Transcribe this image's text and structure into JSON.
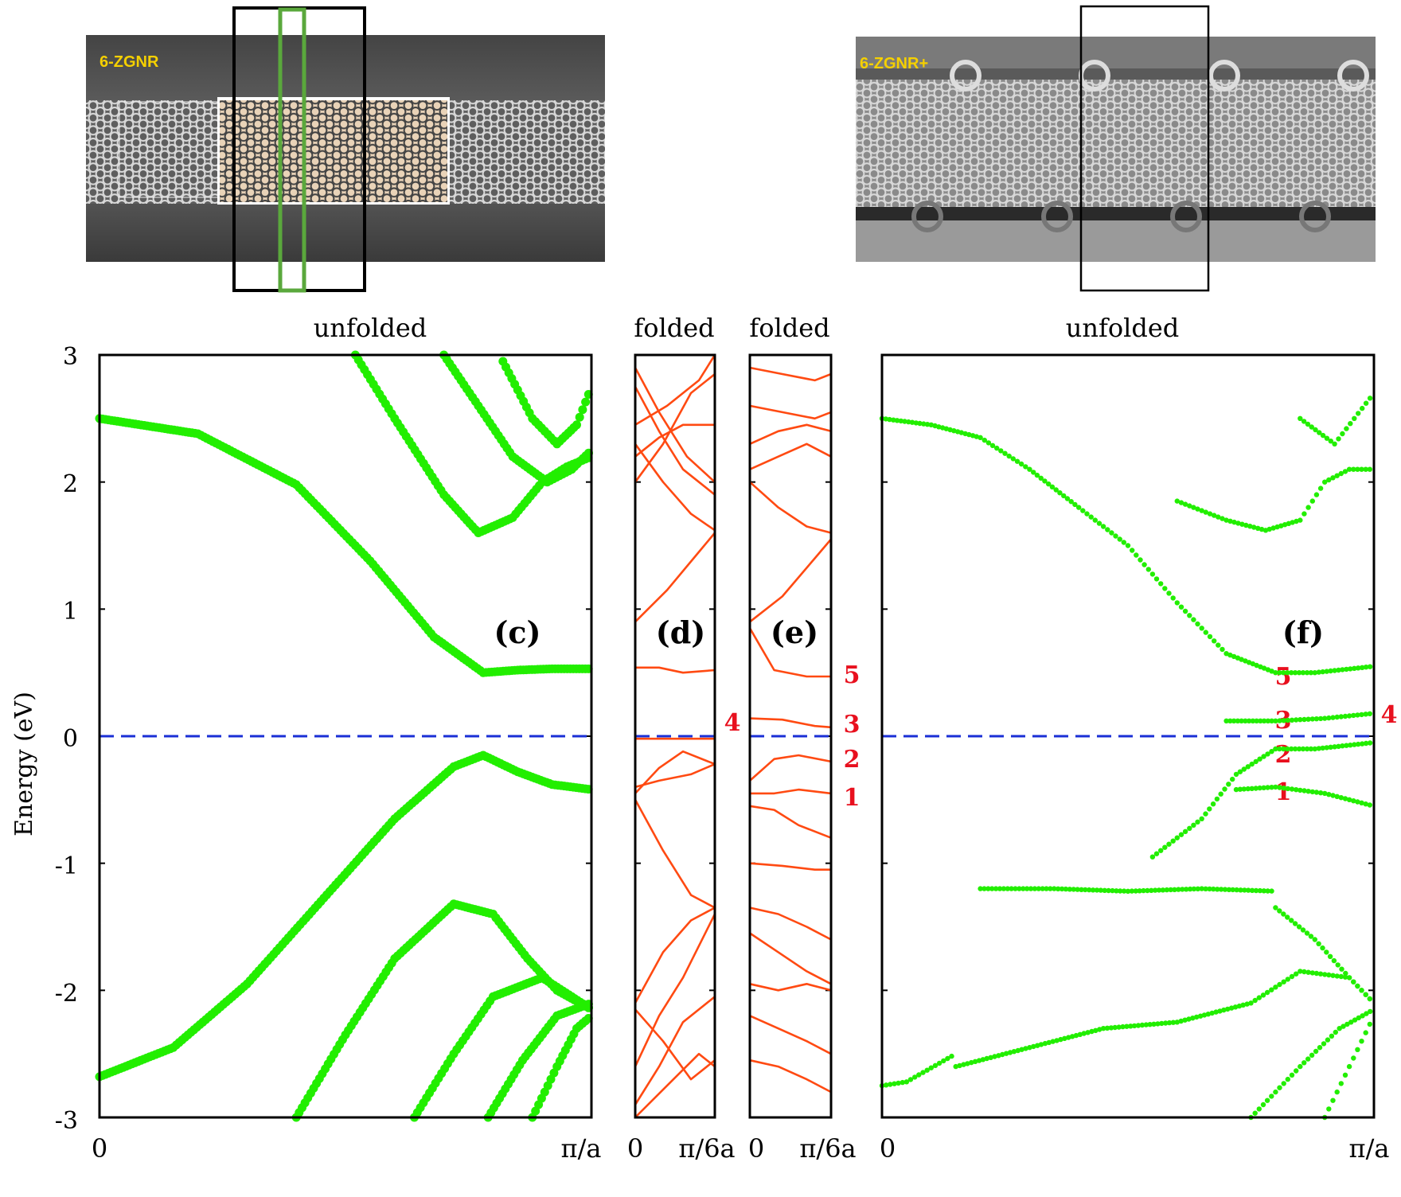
{
  "images": [
    {
      "label": "6-ZGNR"
    },
    {
      "label": "6-ZGNR+"
    }
  ],
  "y_axis": {
    "label": "Energy (eV)",
    "ticks": [
      "3",
      "2",
      "1",
      "0",
      "-1",
      "-2",
      "-3"
    ]
  },
  "chart_data": [
    {
      "type": "scatter",
      "panel": "(c)",
      "title": "unfolded",
      "xticks": [
        "0",
        "π/a"
      ],
      "ylim": [
        -3,
        3
      ],
      "fermi_level": 0,
      "colors": {
        "bands": "#22ee00",
        "fermi": "#1a2fd6"
      },
      "bands": [
        {
          "x": [
            0,
            0.2,
            0.4,
            0.55,
            0.68,
            0.78,
            0.85,
            0.92,
            1.0
          ],
          "y": [
            2.5,
            2.38,
            1.98,
            1.38,
            0.78,
            0.5,
            0.52,
            0.53,
            0.53
          ]
        },
        {
          "x": [
            0,
            0.15,
            0.3,
            0.45,
            0.6,
            0.72,
            0.78,
            0.85,
            0.92,
            1.0
          ],
          "y": [
            -2.68,
            -2.45,
            -1.95,
            -1.3,
            -0.65,
            -0.24,
            -0.15,
            -0.28,
            -0.38,
            -0.42
          ]
        },
        {
          "x": [
            0.4,
            0.5,
            0.6,
            0.72,
            0.8,
            0.87,
            0.93,
            1.0
          ],
          "y": [
            -3.0,
            -2.35,
            -1.75,
            -1.32,
            -1.4,
            -1.75,
            -2.0,
            -2.15
          ]
        },
        {
          "x": [
            0.64,
            0.72,
            0.8,
            0.9,
            0.96,
            1.0
          ],
          "y": [
            -3.0,
            -2.5,
            -2.05,
            -1.9,
            -2.05,
            -2.15
          ]
        },
        {
          "x": [
            0.79,
            0.86,
            0.93,
            1.0
          ],
          "y": [
            -3.0,
            -2.55,
            -2.2,
            -2.1
          ]
        },
        {
          "x": [
            0.88,
            0.93,
            0.97,
            1.0
          ],
          "y": [
            -3.0,
            -2.6,
            -2.3,
            -2.2
          ]
        },
        {
          "x": [
            0.52,
            0.6,
            0.7,
            0.77,
            0.84,
            0.9,
            0.95,
            1.0
          ],
          "y": [
            3.0,
            2.5,
            1.9,
            1.6,
            1.72,
            2.0,
            2.12,
            2.2
          ]
        },
        {
          "x": [
            0.7,
            0.77,
            0.84,
            0.91,
            0.96,
            1.0
          ],
          "y": [
            3.0,
            2.6,
            2.2,
            2.0,
            2.1,
            2.25
          ]
        },
        {
          "x": [
            0.82,
            0.88,
            0.93,
            0.97,
            1.0
          ],
          "y": [
            2.95,
            2.5,
            2.3,
            2.45,
            2.75
          ]
        }
      ]
    },
    {
      "type": "line",
      "panel": "(d)",
      "title": "folded",
      "xticks": [
        "0",
        "π/6a"
      ],
      "ylim": [
        -3,
        3
      ],
      "fermi_level": 0,
      "colors": {
        "bands": "#ff4a12",
        "fermi": "#1a2fd6"
      },
      "bands": [
        {
          "x": [
            0,
            0.3,
            0.6,
            1.0
          ],
          "y": [
            0.54,
            0.54,
            0.5,
            0.52
          ]
        },
        {
          "x": [
            0,
            0.4,
            0.8,
            1.0
          ],
          "y": [
            -0.02,
            -0.02,
            -0.02,
            -0.02
          ]
        },
        {
          "x": [
            0,
            0.3,
            0.6,
            1.0
          ],
          "y": [
            -0.45,
            -0.25,
            -0.12,
            -0.22
          ]
        },
        {
          "x": [
            0,
            0.3,
            0.7,
            1.0
          ],
          "y": [
            -0.4,
            -0.35,
            -0.3,
            -0.22
          ]
        },
        {
          "x": [
            0,
            0.35,
            0.7,
            1.0
          ],
          "y": [
            -0.5,
            -0.9,
            -1.25,
            -1.35
          ]
        },
        {
          "x": [
            0,
            0.4,
            0.8,
            1.0
          ],
          "y": [
            0.9,
            1.15,
            1.45,
            1.6
          ]
        },
        {
          "x": [
            0,
            0.35,
            0.7,
            1.0
          ],
          "y": [
            -2.1,
            -1.7,
            -1.45,
            -1.35
          ]
        },
        {
          "x": [
            0,
            0.3,
            0.6,
            1.0
          ],
          "y": [
            -2.6,
            -2.2,
            -1.9,
            -1.4
          ]
        },
        {
          "x": [
            0,
            0.35,
            0.7,
            1.0
          ],
          "y": [
            -2.15,
            -2.4,
            -2.7,
            -2.55
          ]
        },
        {
          "x": [
            0,
            0.3,
            0.6,
            1.0
          ],
          "y": [
            -2.9,
            -2.6,
            -2.25,
            -2.05
          ]
        },
        {
          "x": [
            0,
            0.4,
            0.8,
            1.0
          ],
          "y": [
            -3.0,
            -2.75,
            -2.5,
            -2.6
          ]
        },
        {
          "x": [
            0,
            0.3,
            0.6,
            1.0
          ],
          "y": [
            2.2,
            2.35,
            2.45,
            2.45
          ]
        },
        {
          "x": [
            0,
            0.35,
            0.7,
            1.0
          ],
          "y": [
            2.3,
            2.0,
            1.75,
            1.62
          ]
        },
        {
          "x": [
            0,
            0.3,
            0.6,
            1.0
          ],
          "y": [
            2.75,
            2.4,
            2.1,
            1.9
          ]
        },
        {
          "x": [
            0,
            0.35,
            0.7,
            1.0
          ],
          "y": [
            2.0,
            2.3,
            2.7,
            2.85
          ]
        },
        {
          "x": [
            0,
            0.3,
            0.65,
            1.0
          ],
          "y": [
            2.9,
            2.55,
            2.2,
            2.0
          ]
        },
        {
          "x": [
            0,
            0.4,
            0.8,
            1.0
          ],
          "y": [
            2.45,
            2.6,
            2.8,
            3.0
          ]
        }
      ]
    },
    {
      "type": "line",
      "panel": "(e)",
      "title": "folded",
      "xticks": [
        "0",
        "π/6a"
      ],
      "ylim": [
        -3,
        3
      ],
      "fermi_level": 0,
      "colors": {
        "bands": "#ff4a12",
        "fermi": "#1a2fd6"
      },
      "band_labels": [
        "5",
        "3",
        "2",
        "1"
      ],
      "bands": [
        {
          "x": [
            0,
            0.3,
            0.7,
            1.0
          ],
          "y": [
            0.85,
            0.52,
            0.47,
            0.47
          ]
        },
        {
          "x": [
            0,
            0.4,
            0.8,
            1.0
          ],
          "y": [
            0.14,
            0.13,
            0.08,
            0.07
          ]
        },
        {
          "x": [
            0,
            0.3,
            0.6,
            1.0
          ],
          "y": [
            -0.35,
            -0.18,
            -0.15,
            -0.2
          ]
        },
        {
          "x": [
            0,
            0.3,
            0.6,
            1.0
          ],
          "y": [
            -0.45,
            -0.45,
            -0.42,
            -0.45
          ]
        },
        {
          "x": [
            0,
            0.3,
            0.6,
            1.0
          ],
          "y": [
            -0.55,
            -0.58,
            -0.7,
            -0.8
          ]
        },
        {
          "x": [
            0,
            0.4,
            0.8,
            1.0
          ],
          "y": [
            0.9,
            1.1,
            1.4,
            1.55
          ]
        },
        {
          "x": [
            0,
            0.4,
            0.8,
            1.0
          ],
          "y": [
            -1.0,
            -1.02,
            -1.05,
            -1.05
          ]
        },
        {
          "x": [
            0,
            0.35,
            0.7,
            1.0
          ],
          "y": [
            -1.35,
            -1.4,
            -1.5,
            -1.6
          ]
        },
        {
          "x": [
            0,
            0.35,
            0.7,
            1.0
          ],
          "y": [
            -1.55,
            -1.7,
            -1.85,
            -1.95
          ]
        },
        {
          "x": [
            0,
            0.35,
            0.7,
            1.0
          ],
          "y": [
            -1.95,
            -2.0,
            -1.95,
            -2.0
          ]
        },
        {
          "x": [
            0,
            0.35,
            0.7,
            1.0
          ],
          "y": [
            -2.2,
            -2.3,
            -2.4,
            -2.5
          ]
        },
        {
          "x": [
            0,
            0.35,
            0.7,
            1.0
          ],
          "y": [
            -2.55,
            -2.6,
            -2.7,
            -2.8
          ]
        },
        {
          "x": [
            0,
            0.35,
            0.7,
            1.0
          ],
          "y": [
            2.0,
            1.8,
            1.65,
            1.6
          ]
        },
        {
          "x": [
            0,
            0.35,
            0.7,
            1.0
          ],
          "y": [
            2.3,
            2.4,
            2.45,
            2.4
          ]
        },
        {
          "x": [
            0,
            0.4,
            0.8,
            1.0
          ],
          "y": [
            2.6,
            2.55,
            2.5,
            2.55
          ]
        },
        {
          "x": [
            0,
            0.4,
            0.8,
            1.0
          ],
          "y": [
            2.9,
            2.85,
            2.8,
            2.85
          ]
        },
        {
          "x": [
            0,
            0.35,
            0.7,
            1.0
          ],
          "y": [
            2.1,
            2.2,
            2.3,
            2.2
          ]
        }
      ]
    },
    {
      "type": "scatter",
      "panel": "(f)",
      "title": "unfolded",
      "xticks": [
        "0",
        "π/a"
      ],
      "ylim": [
        -3,
        3
      ],
      "fermi_level": 0,
      "colors": {
        "bands": "#22ee00",
        "fermi": "#1a2fd6"
      },
      "band_labels": [
        "5",
        "4",
        "3",
        "2",
        "1"
      ],
      "bands": [
        {
          "x": [
            0,
            0.1,
            0.2,
            0.3,
            0.4,
            0.5,
            0.6,
            0.7,
            0.8,
            0.88,
            1.0
          ],
          "y": [
            2.5,
            2.45,
            2.35,
            2.1,
            1.8,
            1.5,
            1.05,
            0.65,
            0.5,
            0.5,
            0.55
          ]
        },
        {
          "x": [
            0.55,
            0.65,
            0.72,
            0.8,
            0.88,
            1.0
          ],
          "y": [
            -0.95,
            -0.65,
            -0.3,
            -0.1,
            -0.1,
            -0.05
          ]
        },
        {
          "x": [
            0.72,
            0.8,
            0.9,
            1.0
          ],
          "y": [
            -0.42,
            -0.4,
            -0.45,
            -0.55
          ]
        },
        {
          "x": [
            0.7,
            0.8,
            0.9,
            1.0
          ],
          "y": [
            0.12,
            0.12,
            0.14,
            0.18
          ]
        },
        {
          "x": [
            0.6,
            0.7,
            0.78,
            0.85,
            0.9,
            0.95,
            1.0
          ],
          "y": [
            1.85,
            1.7,
            1.62,
            1.7,
            2.0,
            2.1,
            2.1
          ]
        },
        {
          "x": [
            0.85,
            0.92,
            1.0
          ],
          "y": [
            2.5,
            2.3,
            2.7
          ]
        },
        {
          "x": [
            0,
            0.05,
            0.15
          ],
          "y": [
            -2.75,
            -2.72,
            -2.5
          ]
        },
        {
          "x": [
            0.15,
            0.3,
            0.45,
            0.6,
            0.75,
            0.85,
            0.95,
            1.0
          ],
          "y": [
            -2.6,
            -2.45,
            -2.3,
            -2.25,
            -2.1,
            -1.85,
            -1.9,
            -2.1
          ]
        },
        {
          "x": [
            0.8,
            0.88,
            0.95,
            1.0
          ],
          "y": [
            -1.35,
            -1.6,
            -1.9,
            -2.1
          ]
        },
        {
          "x": [
            0.75,
            0.85,
            0.93,
            1.0
          ],
          "y": [
            -3.0,
            -2.6,
            -2.3,
            -2.15
          ]
        },
        {
          "x": [
            0.9,
            0.95,
            1.0
          ],
          "y": [
            -3.0,
            -2.6,
            -2.2
          ]
        },
        {
          "x": [
            0.2,
            0.35,
            0.5,
            0.65,
            0.8
          ],
          "y": [
            -1.2,
            -1.2,
            -1.22,
            -1.2,
            -1.22
          ]
        }
      ]
    }
  ]
}
